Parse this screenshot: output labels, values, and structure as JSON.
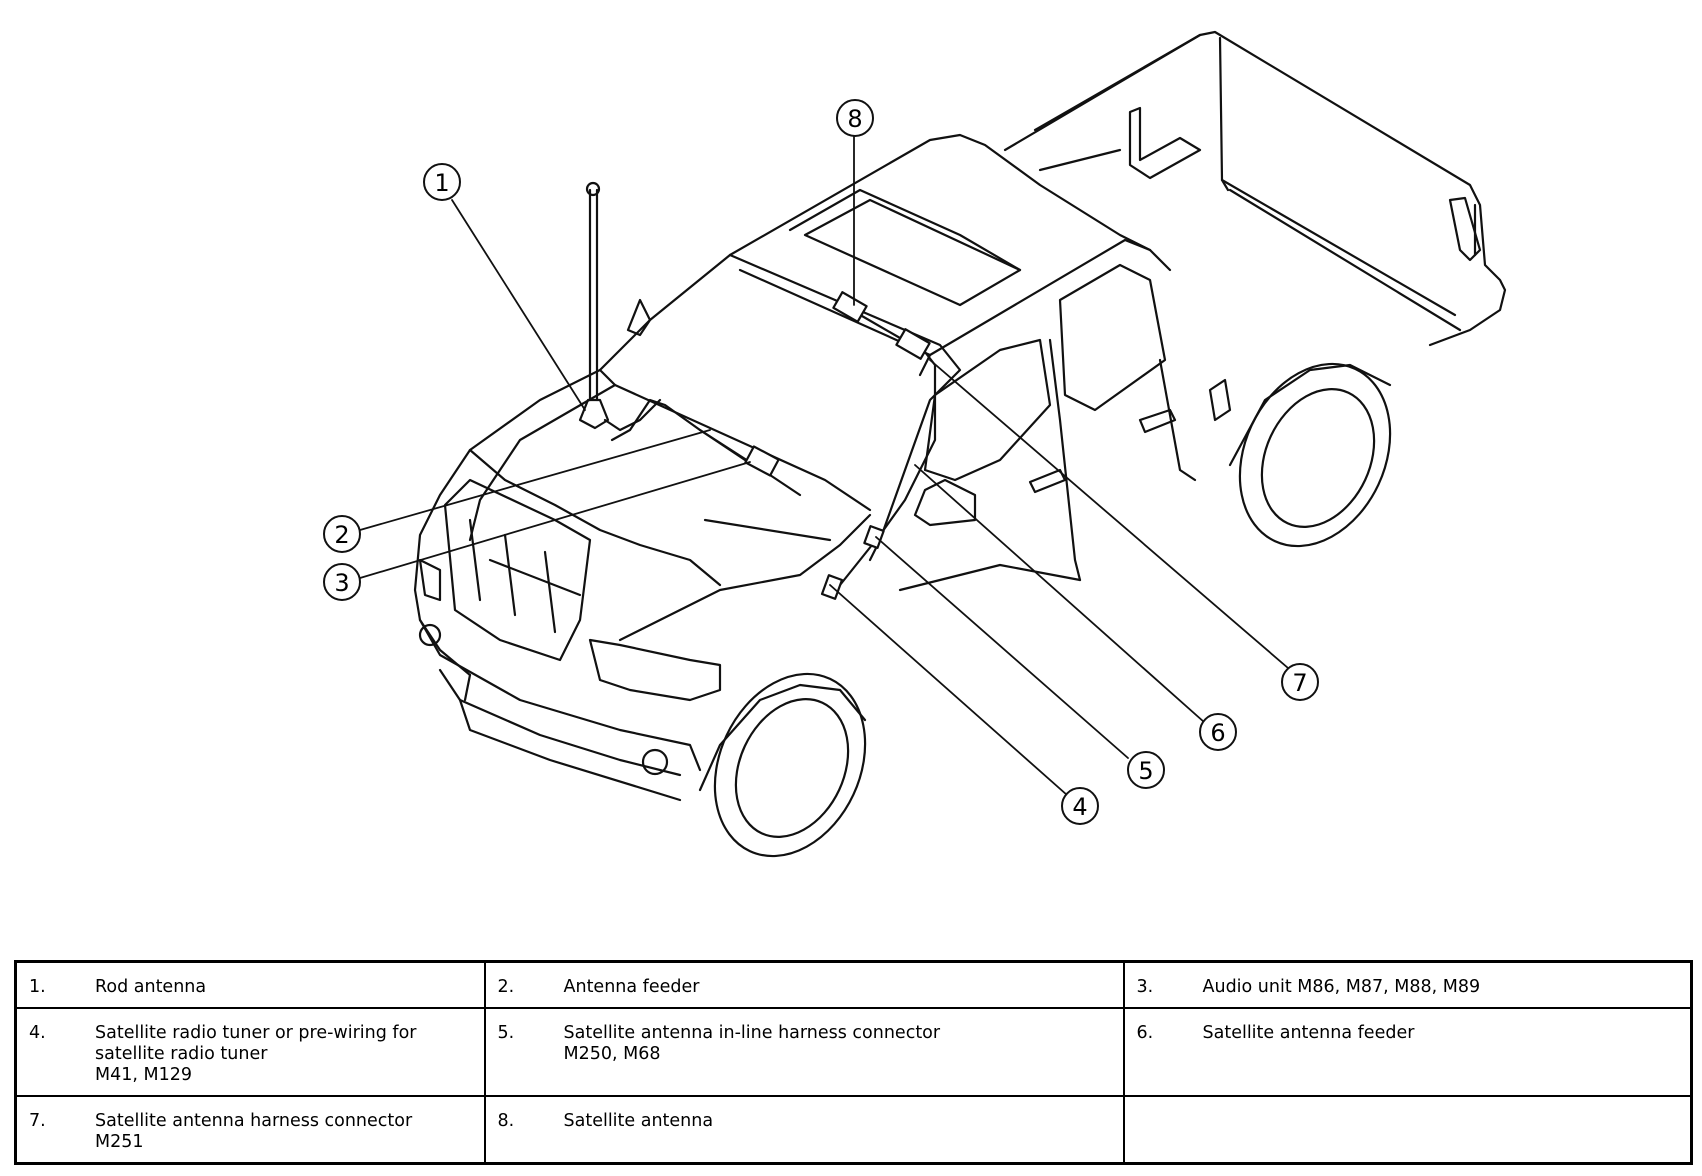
{
  "callouts": [
    {
      "number": "1"
    },
    {
      "number": "2"
    },
    {
      "number": "3"
    },
    {
      "number": "4"
    },
    {
      "number": "5"
    },
    {
      "number": "6"
    },
    {
      "number": "7"
    },
    {
      "number": "8"
    }
  ],
  "legend": {
    "rows": [
      [
        {
          "num": "1.",
          "text": "Rod antenna"
        },
        {
          "num": "2.",
          "text": "Antenna feeder"
        },
        {
          "num": "3.",
          "text": "Audio unit M86, M87, M88, M89"
        }
      ],
      [
        {
          "num": "4.",
          "text": "Satellite radio tuner or pre-wiring for\nsatellite radio tuner\nM41, M129"
        },
        {
          "num": "5.",
          "text": "Satellite antenna in-line harness connector\nM250, M68"
        },
        {
          "num": "6.",
          "text": "Satellite antenna feeder"
        }
      ],
      [
        {
          "num": "7.",
          "text": "Satellite antenna harness connector\nM251"
        },
        {
          "num": "8.",
          "text": "Satellite antenna"
        },
        {
          "num": "",
          "text": ""
        }
      ]
    ]
  }
}
